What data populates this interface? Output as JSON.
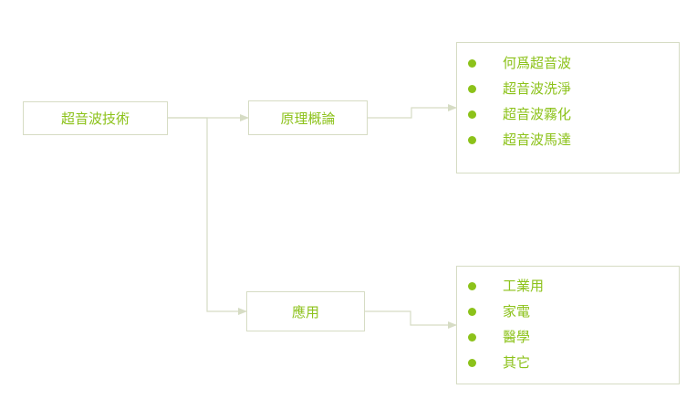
{
  "diagram": {
    "root": {
      "label": "超音波技術"
    },
    "branches": [
      {
        "label": "原理概論",
        "items": [
          "何爲超音波",
          "超音波洗淨",
          "超音波霧化",
          "超音波馬達"
        ]
      },
      {
        "label": "應用",
        "items": [
          "工業用",
          "家電",
          "醫學",
          "其它"
        ]
      }
    ]
  },
  "colors": {
    "text": "#8cc21a",
    "bullet": "#8cc21a",
    "border": "#d6dcc4",
    "connector": "#d6dcc4"
  }
}
